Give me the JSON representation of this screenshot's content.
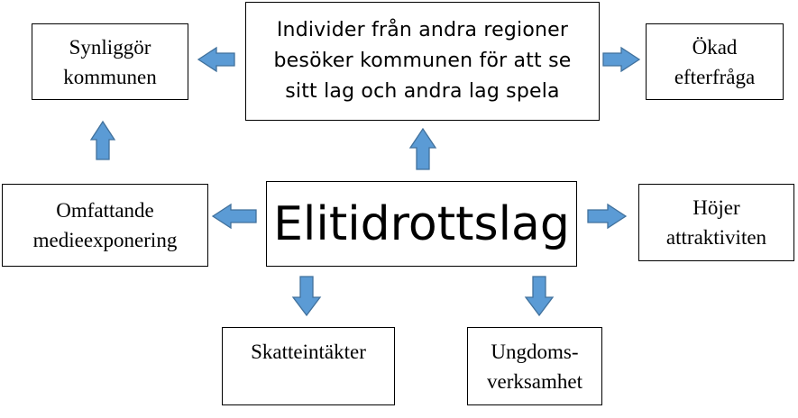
{
  "diagram": {
    "nodes": {
      "visitors": "Individer från andra regioner\nbesöker kommunen för att se\nsitt lag och andra lag spela",
      "visibility": "Synliggör\nkommunen",
      "demand": "Ökad\nefterfråga",
      "elite": "Elitidrottslag",
      "media": "Omfattande\nmedieexponering",
      "attractiveness": "Höjer\nattraktiviten",
      "tax": "Skatteintäkter",
      "youth": "Ungdoms-\nverksamhet"
    },
    "colors": {
      "arrow_fill": "#5b9bd5",
      "arrow_stroke": "#41719c",
      "box_border": "#000000"
    }
  }
}
